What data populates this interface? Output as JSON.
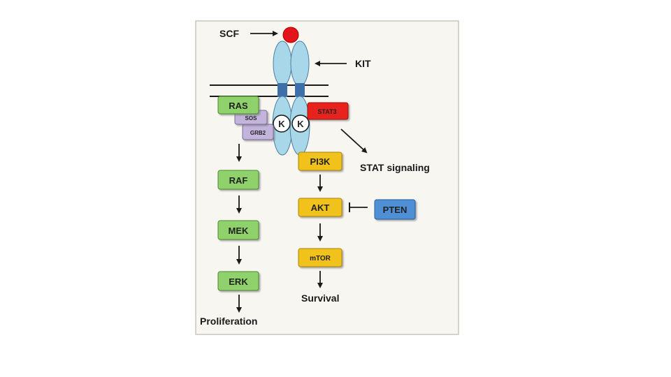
{
  "labels": {
    "scf": "SCF",
    "kit": "KIT",
    "stat_signaling": "STAT signaling",
    "proliferation": "Proliferation",
    "survival": "Survival",
    "kinase_left": "K",
    "kinase_right": "K"
  },
  "nodes": {
    "ras": "RAS",
    "sos": "SOS",
    "grb2": "GRB2",
    "stat3": "STAT3",
    "pi3k": "PI3K",
    "akt": "AKT",
    "pten": "PTEN",
    "mtor": "mTOR",
    "raf": "RAF",
    "mek": "MEK",
    "erk": "ERK"
  },
  "colors": {
    "green": "#8fd16a",
    "purple": "#c3b4dc",
    "red": "#e8201b",
    "yellow": "#f2c21a",
    "blue": "#4f8fd6",
    "receptor": "#a9d7ea",
    "ligand": "#e3141b",
    "membrane_link": "#3f6fa8",
    "panel_bg": "#f7f6f1"
  }
}
